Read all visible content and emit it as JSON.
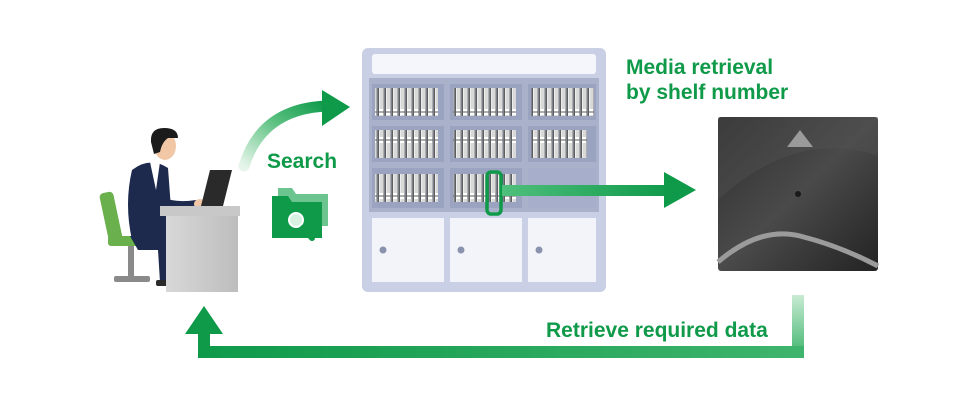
{
  "labels": {
    "search": "Search",
    "media_line1": "Media retrieval",
    "media_line2": "by shelf number",
    "retrieve": "Retrieve required data"
  },
  "colors": {
    "accent_green": "#0f9a4a",
    "light_green": "#a8dcb8",
    "rack_frame": "#c9d0e6",
    "rack_panel": "#9aa3c0",
    "tape": "#7c7c7c",
    "drive": "#3c3c3c",
    "suit": "#1d2a4d",
    "chair_green": "#6ab04c"
  },
  "icons": {
    "person": "person-at-laptop-icon",
    "search": "folder-search-icon",
    "library": "tape-library-icon",
    "drive": "tape-drive-icon"
  },
  "rack": {
    "rows": 3,
    "columns": 3,
    "empty_slot": "row-3-column-3",
    "highlighted_tape": "row-3-column-2"
  }
}
